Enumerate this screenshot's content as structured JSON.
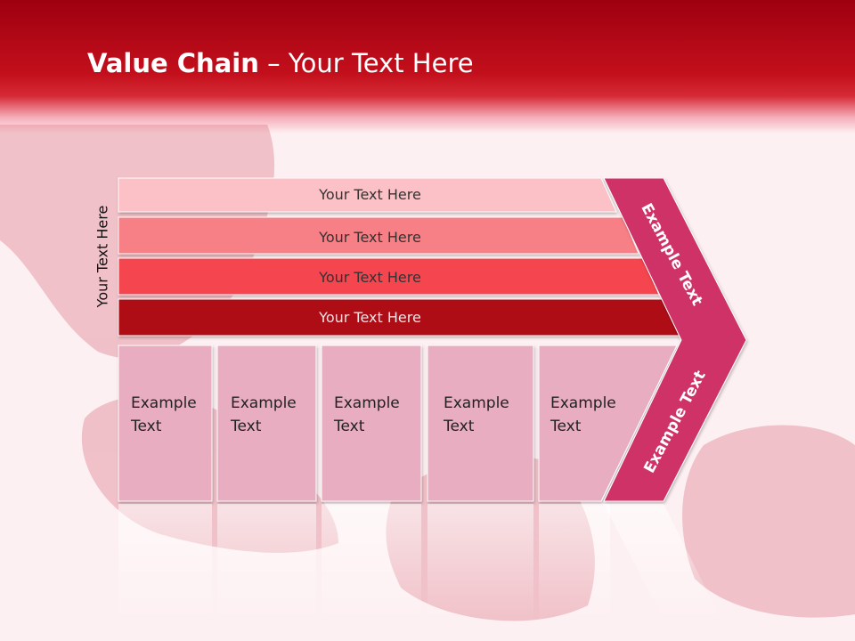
{
  "slide": {
    "title_bold": "Value Chain",
    "title_rest": " – Your Text Here"
  },
  "diagram": {
    "side_label": "Your Text Here",
    "bars": [
      {
        "label": "Your Text Here",
        "fill": "#fcc1c6",
        "text_color": "#333333"
      },
      {
        "label": "Your Text Here",
        "fill": "#f77f86",
        "text_color": "#333333"
      },
      {
        "label": "Your Text Here",
        "fill": "#f54550",
        "text_color": "#333333"
      },
      {
        "label": "Your Text Here",
        "fill": "#ae0714",
        "text_color": "#e6e6e6"
      }
    ],
    "boxes": [
      {
        "label": "Example\nText"
      },
      {
        "label": "Example\nText"
      },
      {
        "label": "Example\nText"
      },
      {
        "label": "Example\nText"
      },
      {
        "label": "Example\nText"
      }
    ],
    "box_fill": "#e8adc0",
    "chevron_fill": "#cf3266",
    "chevron_upper_label": "Example Text",
    "chevron_lower_label": "Example Text"
  }
}
